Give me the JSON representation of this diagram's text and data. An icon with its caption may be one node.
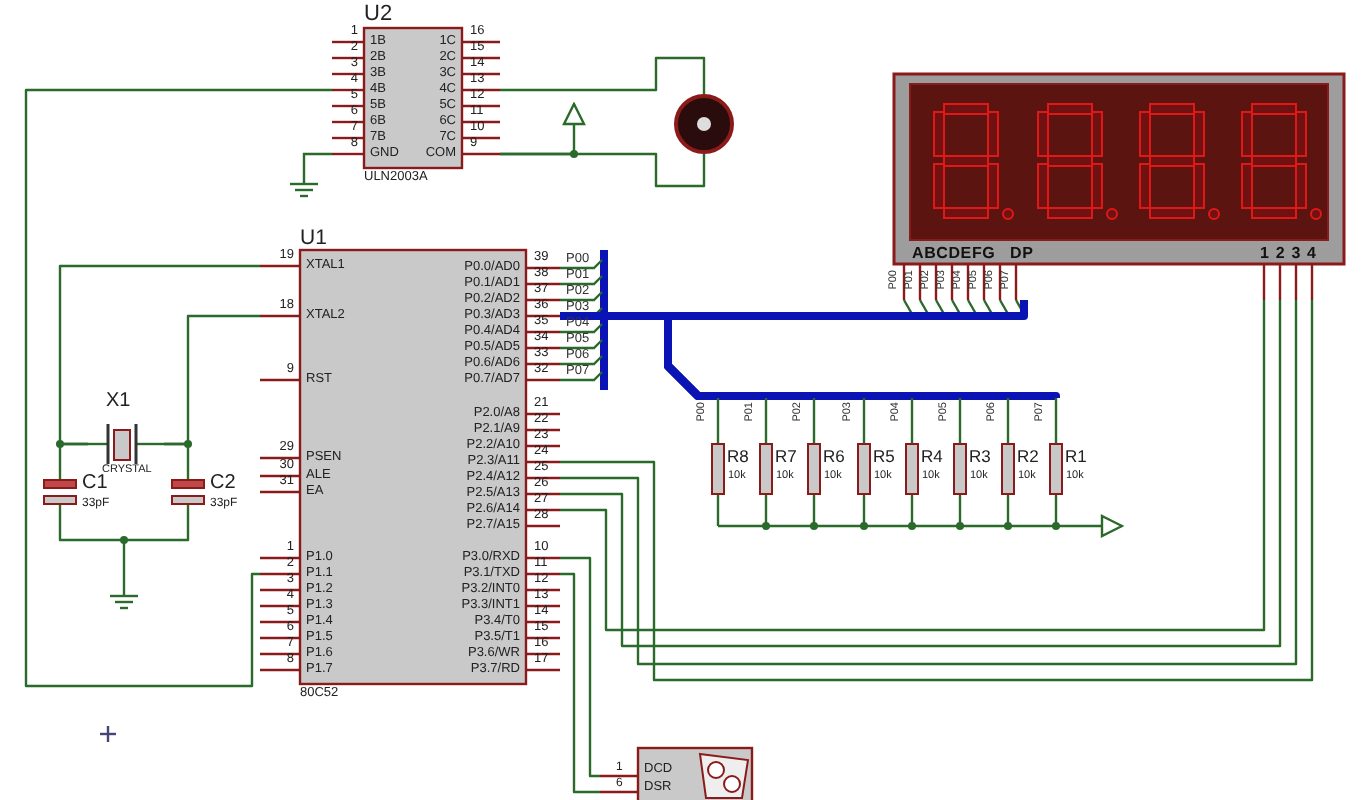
{
  "diagram": {
    "nodes": [
      {
        "text": [
          "U2",
          "1B",
          "2B",
          "3B",
          "4B",
          "5B",
          "6B",
          "7B",
          "GND",
          "1C",
          "2C",
          "3C",
          "4C",
          "5C",
          "6C",
          "7C",
          "COM",
          "ULN2003A"
        ],
        "beside": [
          "1",
          "2",
          "3",
          "4",
          "5",
          "6",
          "7",
          "8",
          "16",
          "15",
          "14",
          "13",
          "12",
          "11",
          "10",
          "9"
        ]
      },
      {
        "text": [],
        "shape": "circle"
      },
      {
        "text": [
          "ABCDEFG",
          "DP",
          "1234"
        ]
      },
      {
        "text": [
          "U1",
          "XTAL1",
          "XTAL2",
          "RST",
          "PSEN",
          "ALE",
          "EA",
          "P1.0",
          "P1.1",
          "P1.2",
          "P1.3",
          "P1.4",
          "P1.5",
          "P1.6",
          "P1.7",
          "P0.0/AD0",
          "P0.1/AD1",
          "P0.2/AD2",
          "P0.3/AD3",
          "P0.4/AD4",
          "P0.5/AD5",
          "P0.6/AD6",
          "P0.7/AD7",
          "P2.0/A8",
          "P2.1/A9",
          "P2.2/A10",
          "P2.3/A11",
          "P2.4/A12",
          "P2.5/A13",
          "P2.6/A14",
          "P2.7/A15",
          "P3.0/RXD",
          "P3.1/TXD",
          "P3.2/INT0",
          "P3.3/INT1",
          "P3.4/T0",
          "P3.5/T1",
          "P3.6/WR",
          "P3.7/RD",
          "80C52"
        ],
        "beside": [
          "19",
          "18",
          "9",
          "29",
          "30",
          "31",
          "1",
          "2",
          "3",
          "4",
          "5",
          "6",
          "7",
          "8",
          "39",
          "38",
          "37",
          "36",
          "35",
          "34",
          "33",
          "32",
          "21",
          "22",
          "23",
          "24",
          "25",
          "26",
          "27",
          "28",
          "10",
          "11",
          "12",
          "13",
          "14",
          "15",
          "16",
          "17"
        ]
      },
      {
        "text": [
          "X1",
          "CRYSTAL"
        ]
      },
      {
        "text": [
          "C1",
          "33pF"
        ]
      },
      {
        "text": [
          "C2",
          "33pF"
        ]
      },
      {
        "text": [
          "R8",
          "10k"
        ]
      },
      {
        "text": [
          "R7",
          "10k"
        ]
      },
      {
        "text": [
          "R6",
          "10k"
        ]
      },
      {
        "text": [
          "R5",
          "10k"
        ]
      },
      {
        "text": [
          "R4",
          "10k"
        ]
      },
      {
        "text": [
          "R3",
          "10k"
        ]
      },
      {
        "text": [
          "R2",
          "10k"
        ]
      },
      {
        "text": [
          "R1",
          "10k"
        ]
      },
      {
        "text": [
          "DCD",
          "DSR"
        ],
        "beside": [
          "1",
          "6"
        ]
      }
    ],
    "edges": [
      {
        "from": 0,
        "to": 3,
        "arrow": "none"
      },
      {
        "from": 0,
        "to": 1,
        "arrow": "none"
      },
      {
        "from": 0,
        "to": 1,
        "arrow": "none"
      },
      {
        "from": 0,
        "to": null,
        "arrow": "to"
      },
      {
        "from": 3,
        "to": 4,
        "arrow": "none"
      },
      {
        "from": 3,
        "to": 4,
        "arrow": "none"
      },
      {
        "from": 4,
        "to": 5,
        "arrow": "none"
      },
      {
        "from": 4,
        "to": 6,
        "arrow": "none"
      },
      {
        "from": 5,
        "to": 6,
        "arrow": "none"
      },
      {
        "from": 3,
        "to": 2,
        "arrow": "none",
        "style": "thick",
        "color": "#0a14b4"
      },
      {
        "from": 3,
        "to": 7,
        "arrow": "none",
        "style": "thick",
        "color": "#0a14b4"
      },
      {
        "from": 3,
        "to": 8,
        "arrow": "none",
        "style": "thick",
        "color": "#0a14b4"
      },
      {
        "from": 3,
        "to": 9,
        "arrow": "none",
        "style": "thick",
        "color": "#0a14b4"
      },
      {
        "from": 3,
        "to": 10,
        "arrow": "none",
        "style": "thick",
        "color": "#0a14b4"
      },
      {
        "from": 3,
        "to": 11,
        "arrow": "none",
        "style": "thick",
        "color": "#0a14b4"
      },
      {
        "from": 3,
        "to": 12,
        "arrow": "none",
        "style": "thick",
        "color": "#0a14b4"
      },
      {
        "from": 3,
        "to": 13,
        "arrow": "none",
        "style": "thick",
        "color": "#0a14b4"
      },
      {
        "from": 3,
        "to": 14,
        "arrow": "none",
        "style": "thick",
        "color": "#0a14b4"
      },
      {
        "from": 3,
        "to": 2,
        "arrow": "none"
      },
      {
        "from": 3,
        "to": 2,
        "arrow": "none"
      },
      {
        "from": 3,
        "to": 2,
        "arrow": "none"
      },
      {
        "from": 3,
        "to": 2,
        "arrow": "none"
      },
      {
        "from": 7,
        "to": 8,
        "arrow": "none"
      },
      {
        "from": 8,
        "to": 9,
        "arrow": "none"
      },
      {
        "from": 9,
        "to": 10,
        "arrow": "none"
      },
      {
        "from": 10,
        "to": 11,
        "arrow": "none"
      },
      {
        "from": 11,
        "to": 12,
        "arrow": "none"
      },
      {
        "from": 12,
        "to": 13,
        "arrow": "none"
      },
      {
        "from": 13,
        "to": 14,
        "arrow": "none"
      },
      {
        "from": 14,
        "to": null,
        "arrow": "to"
      },
      {
        "from": 3,
        "to": 15,
        "arrow": "none"
      },
      {
        "from": 3,
        "to": 15,
        "arrow": "none"
      }
    ],
    "labels": [
      "P00",
      "P01",
      "P02",
      "P03",
      "P04",
      "P05",
      "P06",
      "P07",
      "P00",
      "P01",
      "P02",
      "P03",
      "P04",
      "P05",
      "P06",
      "P07",
      "P00",
      "P01",
      "P02",
      "P03",
      "P04",
      "P05",
      "P06",
      "P07"
    ]
  }
}
